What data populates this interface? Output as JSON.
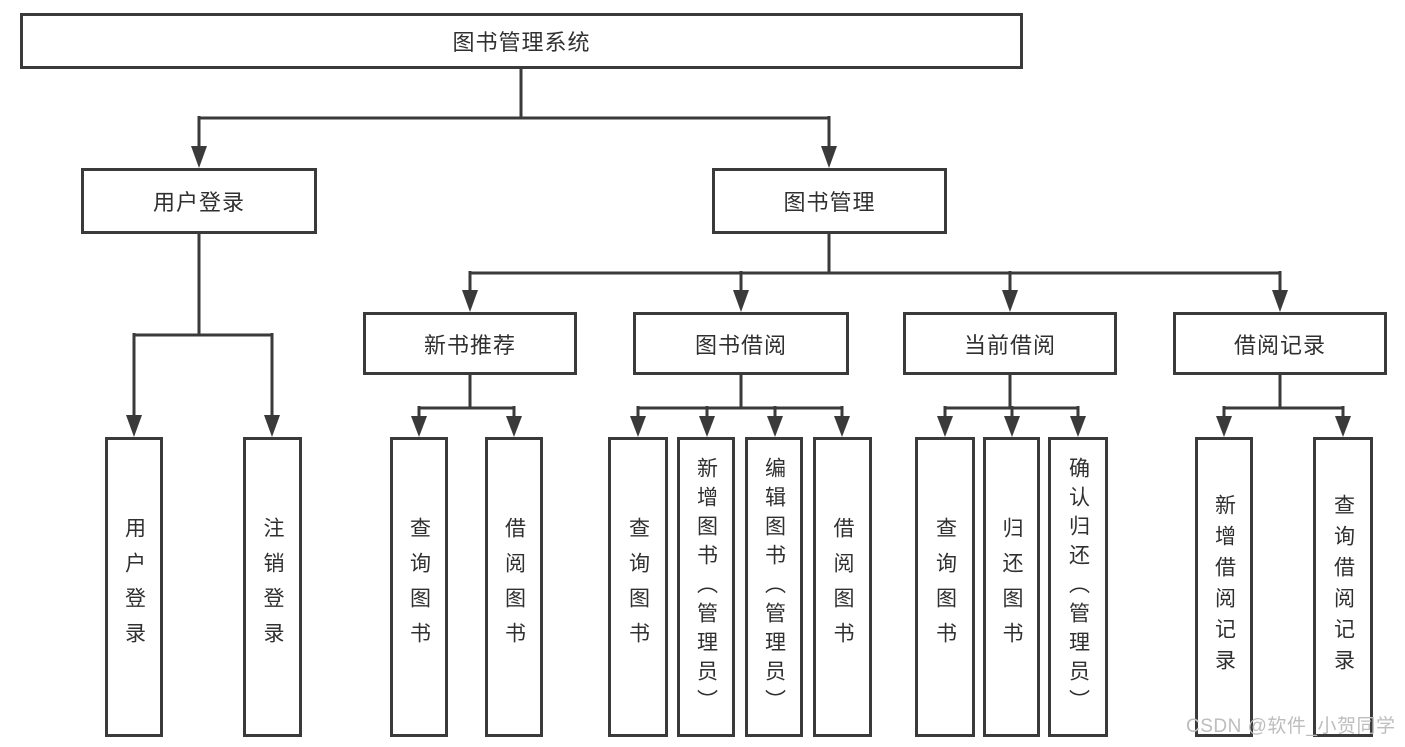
{
  "diagram": {
    "title": "图书管理系统",
    "level2": {
      "user_login": "用户登录",
      "book_management": "图书管理"
    },
    "level3": {
      "new_book_recommend": "新书推荐",
      "book_borrow": "图书借阅",
      "current_borrow": "当前借阅",
      "borrow_records": "借阅记录"
    },
    "leaves": {
      "user_login_leaf": "用户登录",
      "logout_leaf": "注销登录",
      "nb_query_books": "查询图书",
      "nb_borrow_books": "借阅图书",
      "bb_query_books": "查询图书",
      "bb_add_books": "新增图书（管理员）",
      "bb_edit_books": "编辑图书（管理员）",
      "bb_borrow_books": "借阅图书",
      "cb_query_books": "查询图书",
      "cb_return_books": "归还图书",
      "cb_confirm_return": "确认归还（管理员）",
      "br_add_record": "新增借阅记录",
      "br_query_record": "查询借阅记录"
    }
  },
  "watermark": "CSDN @软件_小贺同学",
  "colors": {
    "line": "#3a3a3a",
    "text": "#303030",
    "background": "#ffffff",
    "watermark": "#bdbdbd"
  }
}
